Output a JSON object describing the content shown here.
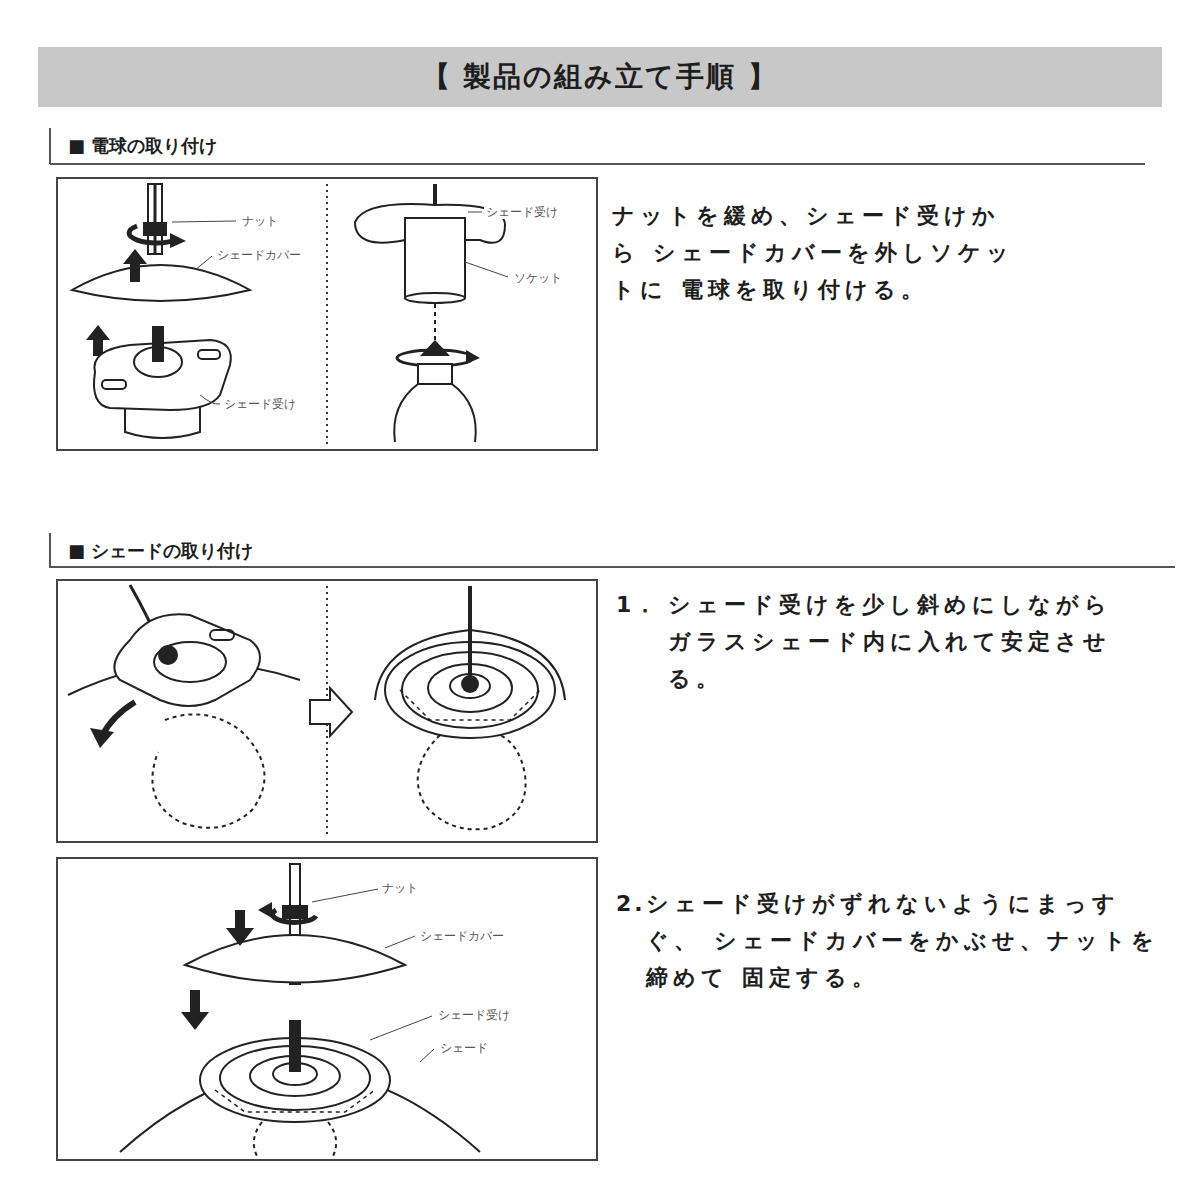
{
  "diagram": {
    "title": "【 製品の組み立て手順 】",
    "labels": [
      "■ 電球の取り付け",
      "ナット",
      "シェードカバー",
      "シェード受け",
      "シェード受け",
      "ソケット",
      "ナットを緩め、シェード受けから シェードカバーを外しソケットに 電球を取り付ける。",
      "■ シェードの取り付け",
      "1．",
      "シェード受けを少し斜めにしながら ガラスシェード内に入れて安定させる。",
      "ナット",
      "シェードカバー",
      "シェード受け",
      "シェード",
      "2.",
      "シェード受けがずれないようにまっすぐ、 シェードカバーをかぶせ、ナットを締めて 固定する。"
    ]
  }
}
